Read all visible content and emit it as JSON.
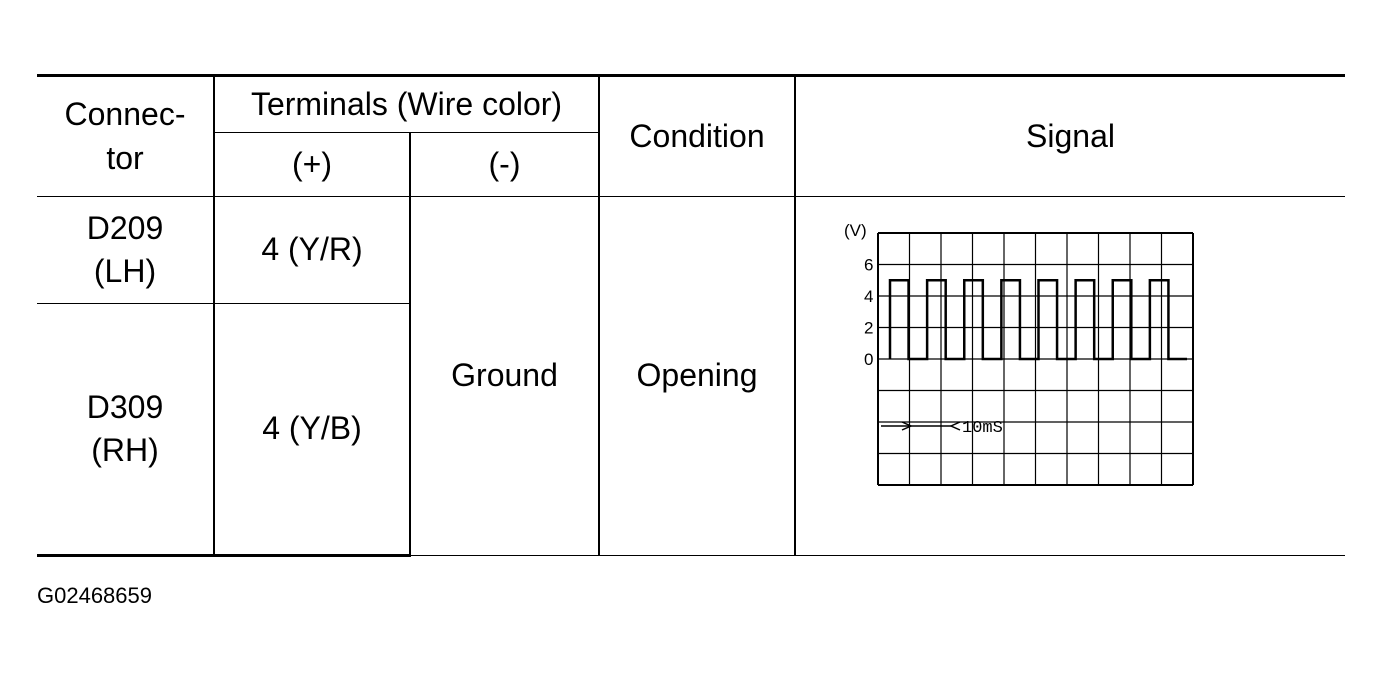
{
  "headers": {
    "connector": "Connec-\ntor",
    "terminals": "Terminals (Wire color)",
    "plus": "(+)",
    "minus": "(-)",
    "condition": "Condition",
    "signal": "Signal"
  },
  "rows": [
    {
      "connector": "D209\n(LH)",
      "plus": "4 (Y/R)"
    },
    {
      "connector": "D309\n(RH)",
      "plus": "4 (Y/B)"
    }
  ],
  "shared": {
    "minus": "Ground",
    "condition": "Opening"
  },
  "waveform": {
    "unit_label": "(V)",
    "y_ticks": [
      "6",
      "4",
      "2",
      "0"
    ],
    "time_label": "10mS",
    "high_voltage": 5,
    "low_voltage": 0,
    "pulse_count": 8,
    "period_ms": 4,
    "high_time_ms": 2
  },
  "figure_code": "G02468659"
}
